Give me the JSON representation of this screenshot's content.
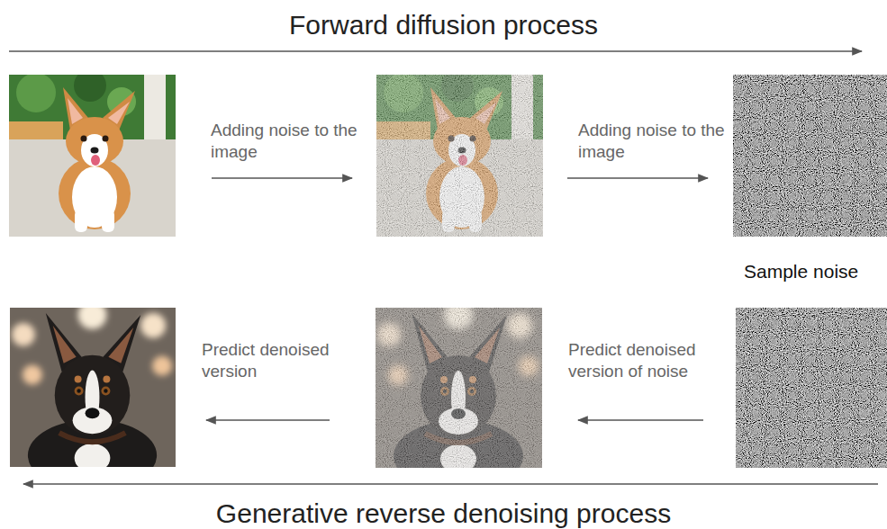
{
  "diagram": {
    "labels": [
      "Forward diffusion process",
      "Adding noise to the image",
      "Adding noise to the image",
      "Sample noise",
      "Predict denoised version",
      "Predict denoised version of noise",
      "Generative reverse denoising process"
    ]
  }
}
